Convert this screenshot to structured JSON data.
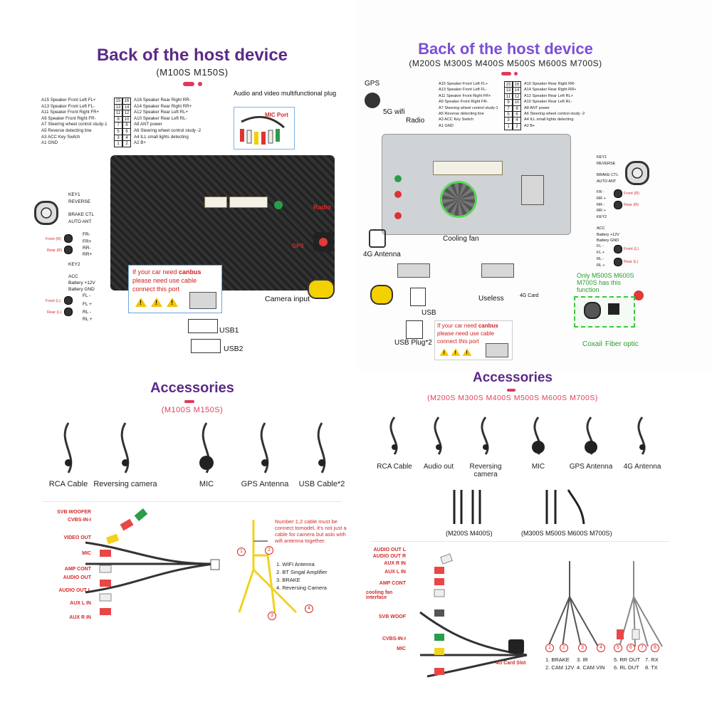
{
  "top_left": {
    "title": "Back of the host device",
    "subtitle": "(M100S  M150S)",
    "pins_left": [
      {
        "text": "A15  Speaker Front Left FL+",
        "num": "15"
      },
      {
        "text": "A13  Speaker Front Left FL-",
        "num": "13"
      },
      {
        "text": "A11  Speaker Front Right FR+",
        "num": "11"
      },
      {
        "text": "A9   Speaker Front Right FR-",
        "num": "9"
      },
      {
        "text": "A7   Steering wheel control study-1",
        "num": "7"
      },
      {
        "text": "A5   Reverse detecting line",
        "num": "5"
      },
      {
        "text": "A3 ACC Key Switch",
        "num": "3"
      },
      {
        "text": "A1 GND",
        "num": "1"
      }
    ],
    "pins_right": [
      {
        "text": "A16 Speaker Rear Right RR-",
        "num": "16"
      },
      {
        "text": "A14 Speaker Rear Right RR+",
        "num": "14"
      },
      {
        "text": "A12 Speaker Rear Left RL+",
        "num": "12"
      },
      {
        "text": "A10 Speaker Rear Left RL-",
        "num": "10"
      },
      {
        "text": "A8   ANT power",
        "num": "8"
      },
      {
        "text": "A6   Steering wheel control study -2",
        "num": "6"
      },
      {
        "text": "A4   ILL small lights detecting",
        "num": "4"
      },
      {
        "text": "A2   B+",
        "num": "2"
      }
    ],
    "audio_video_label": "Audio and video multifunctional plug",
    "mic_port": "MIC Port",
    "left_labels": [
      "KEY1",
      "REVERSE",
      "BRAKE CTL",
      "AUTO ANT",
      "FR-",
      "FR+",
      "RR-",
      "RR+",
      "KEY2",
      "ACC",
      "Battery +12V",
      "Battery GND",
      "FL -",
      "FL +",
      "RL -",
      "RL +"
    ],
    "speaker_front_r": "Front (R)",
    "speaker_rear_r": "Rear (R)",
    "speaker_front_l": "Front (L)",
    "speaker_rear_l": "Rear (L)",
    "radio": "Radio",
    "gps": "GPS",
    "canbus_text_1": "If your car need ",
    "canbus_bold": "canbus",
    "canbus_text_2": "please need use cable",
    "canbus_text_3": "connect this port",
    "camera_input": "Camera input",
    "usb1": "USB1",
    "usb2": "USB2"
  },
  "top_right": {
    "title": "Back of the host device",
    "subtitle": "(M200S M300S M400S M500S M600S M700S)",
    "pins_left": [
      {
        "text": "A15  Speaker Front Left FL+",
        "num": "15"
      },
      {
        "text": "A13  Speaker Front Left FL-",
        "num": "13"
      },
      {
        "text": "A11  Speaker Front Right FR+",
        "num": "11"
      },
      {
        "text": "A9   Speaker Front Right FR-",
        "num": "9"
      },
      {
        "text": "A7   Steering wheel control study-1",
        "num": "7"
      },
      {
        "text": "A5   Reverse detecting line",
        "num": "5"
      },
      {
        "text": "A3 ACC Key Switch",
        "num": "3"
      },
      {
        "text": "A1 GND",
        "num": "1"
      }
    ],
    "pins_right": [
      {
        "text": "A16 Speaker Rear Right RR-",
        "num": "16"
      },
      {
        "text": "A14 Speaker Rear Right RR+",
        "num": "14"
      },
      {
        "text": "A12 Speaker Rear Left RL+",
        "num": "12"
      },
      {
        "text": "A10 Speaker Rear Left RL-",
        "num": "10"
      },
      {
        "text": "A8   ANT power",
        "num": "8"
      },
      {
        "text": "A6   Steering wheel control study -2",
        "num": "6"
      },
      {
        "text": "A4   ILL small lights detecting",
        "num": "4"
      },
      {
        "text": "A2   B+",
        "num": "2"
      }
    ],
    "gps": "GPS",
    "wifi": "5G wifi",
    "radio": "Radio",
    "antenna_4g": "4G Antenna",
    "cooling_fan": "Cooling fan",
    "right_labels": [
      "KEY1",
      "REVERSE",
      "BRAKE CTL",
      "AUTO ANT",
      "FR -",
      "RR +",
      "RR -",
      "RR +",
      "KEY2",
      "ACC",
      "Battery +12V",
      "Battery GND",
      "FL -",
      "FL +",
      "RL -",
      "RL +"
    ],
    "front_r": "Front (R)",
    "rear_r": "Rear (R)",
    "front_l": "Front (L)",
    "rear_l": "Rear (L)",
    "usb": "USB",
    "useless": "Useless",
    "card_4g": "4G Card",
    "usb_plug": "USB Plug*2",
    "canbus_text_1": "If your car need ",
    "canbus_bold": "canbus",
    "canbus_text_2": "please need use cable",
    "canbus_text_3": "connect this port",
    "only_models": "Only M500S M600S M700S has this function",
    "coaxial": "Coxail",
    "fiber": "Fiber optic"
  },
  "bottom_left": {
    "title": "Accessories",
    "subtitle": "(M100S M150S)",
    "items": [
      "RCA Cable",
      "Reversing  camera",
      "MIC",
      "GPS Antenna",
      "USB Cable*2"
    ],
    "rca_labels": [
      "SVB WOOFER",
      "CVBS-IN-I",
      "VIDEO OUT",
      "MIC",
      "AMP CONT",
      "AUDIO OUT",
      "AUDIO OUT L",
      "AUX L IN",
      "AUX R IN"
    ],
    "note": "Number 1,2 cable must be connect tomodel, it's not just a cable for camera but aslo with wifi antenna together.",
    "list": [
      "1. WIFI Antenna",
      "2. BT Singal Amplifier",
      "3. BRAKE",
      "4. Reversing Camera"
    ],
    "nums": [
      "1",
      "2",
      "3",
      "4"
    ]
  },
  "bottom_right": {
    "title": "Accessories",
    "subtitle": "(M200S M300S M400S M500S M600S M700S)",
    "items": [
      "RCA Cable",
      "Audio out",
      "Reversing camera",
      "MIC",
      "GPS Antenna",
      "4G Antenna"
    ],
    "usb_a": "(M200S M400S)",
    "usb_b": "(M300S M500S M600S M700S)",
    "rca_labels": [
      "AUDIO OUT L",
      "AUDIO OUT R",
      "AUX R IN",
      "AUX L IN",
      "AMP CONT",
      "cooling fan interface",
      "SVB WOOF",
      "CVBS-IN-I",
      "MIC"
    ],
    "card_slot": "4G Card Slot",
    "legend": [
      "1. BRAKE",
      "2. CAM 12V",
      "3. IR",
      "4. CAM VIN",
      "5. RR OUT",
      "6. RL OUT",
      "7. RX",
      "8. TX"
    ],
    "nums": [
      "1",
      "2",
      "3",
      "4",
      "5",
      "6",
      "7",
      "8"
    ]
  },
  "colors": {
    "title_purple": "#5b2a86",
    "title_gradient_start": "#7b4fd6",
    "accent_red": "#e03a5a",
    "warning_red": "#d02020",
    "fan_green": "#39c939"
  }
}
